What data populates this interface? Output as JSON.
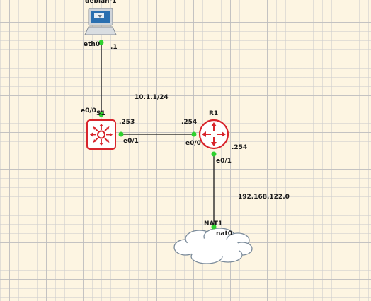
{
  "topology": {
    "nodes": {
      "debian": {
        "label": "debian-1",
        "icon": "laptop-icon"
      },
      "switch": {
        "label": "S1",
        "icon": "multilayer-switch-icon"
      },
      "router": {
        "label": "R1",
        "icon": "router-icon"
      },
      "nat": {
        "label": "NAT1",
        "icon": "cloud-icon"
      }
    },
    "interfaces": {
      "debian_eth0": "eth0",
      "s1_e00": "e0/0",
      "s1_e01": "e0/1",
      "r1_e00": "e0/0",
      "r1_e01": "e0/1",
      "nat_nat0": "nat0"
    },
    "addresses": {
      "debian_host": ".1",
      "s1_host": ".253",
      "r1_e00_host": ".254",
      "r1_e01_host": ".254"
    },
    "networks": {
      "lan": "10.1.1/24",
      "wan": "192.168.122.0"
    }
  },
  "colors": {
    "background": "#fdf5e2",
    "device_red": "#d8242b",
    "link_dot": "#2ed12e",
    "link_line": "#1a1a1a"
  }
}
